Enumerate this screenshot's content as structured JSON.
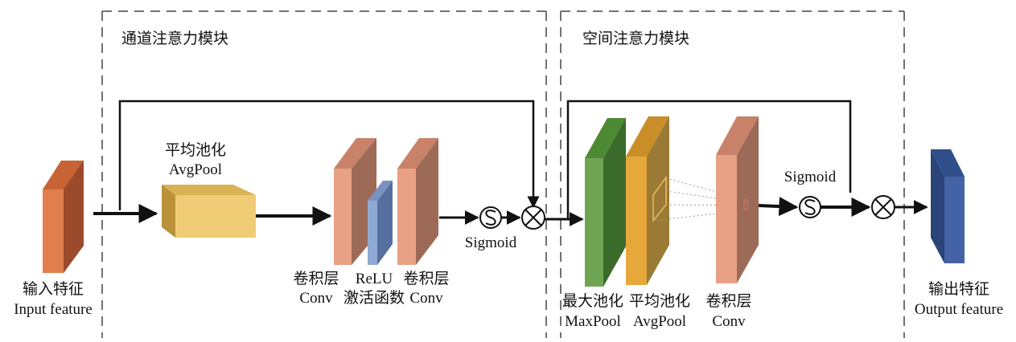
{
  "modules": {
    "channel": {
      "title": "通道注意力模块"
    },
    "spatial": {
      "title": "空间注意力模块"
    }
  },
  "input": {
    "zh": "输入特征",
    "en": "Input feature",
    "color": "#D9774A"
  },
  "avgpool1": {
    "zh": "平均池化",
    "en": "AvgPool",
    "color": "#E7C46A"
  },
  "conv1": {
    "zh": "卷积层",
    "en": "Conv",
    "color": "#E4A07E"
  },
  "relu": {
    "zh": "激活函数",
    "en": "ReLU",
    "color": "#8FA9D4"
  },
  "conv2": {
    "zh": "卷积层",
    "en": "Conv",
    "color": "#E4A07E"
  },
  "sigmoid1": {
    "en": "Sigmoid"
  },
  "maxpool": {
    "zh": "最大池化",
    "en": "MaxPool",
    "color": "#6FA452"
  },
  "avgpool2": {
    "zh": "平均池化",
    "en": "AvgPool",
    "color": "#E6A83A"
  },
  "conv3": {
    "zh": "卷积层",
    "en": "Conv",
    "color": "#E4A07E"
  },
  "sigmoid2": {
    "en": "Sigmoid"
  },
  "output": {
    "zh": "输出特征",
    "en": "Output feature",
    "color": "#3E5F9E"
  }
}
